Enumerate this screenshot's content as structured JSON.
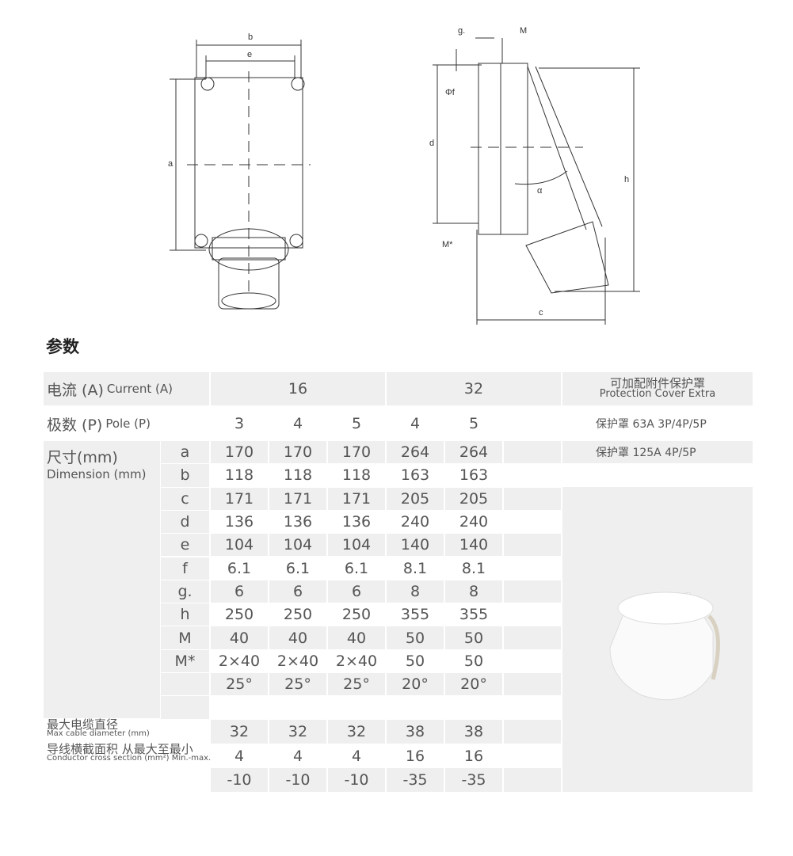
{
  "section_title": "参数",
  "drawing_labels": {
    "b": "b",
    "e": "e",
    "a": "a",
    "g": "g.",
    "M": "M",
    "f": "Φf",
    "d": "d",
    "h": "h",
    "alpha": "α",
    "mstar": "M*",
    "c": "c"
  },
  "header": {
    "current_cn": "电流 (A)",
    "current_en": "Current (A)",
    "current_values": [
      "16",
      "32"
    ],
    "pole_cn": "极数 (P)",
    "pole_en": "Pole (P)",
    "pole_values": [
      "3",
      "4",
      "5",
      "4",
      "5"
    ],
    "accessory_cn": "可加配附件保护罩",
    "accessory_en": "Protection Cover Extra"
  },
  "accessories": [
    "保护罩 63A 3P/4P/5P",
    "保护罩 125A 4P/5P"
  ],
  "dimension": {
    "label_cn": "尺寸(mm)",
    "label_en": "Dimension (mm)"
  },
  "rows": [
    {
      "key": "a",
      "values": [
        "170",
        "170",
        "170",
        "264",
        "264"
      ]
    },
    {
      "key": "b",
      "values": [
        "118",
        "118",
        "118",
        "163",
        "163"
      ]
    },
    {
      "key": "c",
      "values": [
        "171",
        "171",
        "171",
        "205",
        "205"
      ]
    },
    {
      "key": "d",
      "values": [
        "136",
        "136",
        "136",
        "240",
        "240"
      ]
    },
    {
      "key": "e",
      "values": [
        "104",
        "104",
        "104",
        "140",
        "140"
      ]
    },
    {
      "key": "f",
      "values": [
        "6.1",
        "6.1",
        "6.1",
        "8.1",
        "8.1"
      ]
    },
    {
      "key": "g.",
      "values": [
        "6",
        "6",
        "6",
        "8",
        "8"
      ]
    },
    {
      "key": "h",
      "values": [
        "250",
        "250",
        "250",
        "355",
        "355"
      ]
    },
    {
      "key": "M",
      "values": [
        "40",
        "40",
        "40",
        "50",
        "50"
      ]
    },
    {
      "key": "M*",
      "values": [
        "2×40",
        "2×40",
        "2×40",
        "50",
        "50"
      ]
    },
    {
      "key": "",
      "values": [
        "25°",
        "25°",
        "25°",
        "20°",
        "20°"
      ]
    }
  ],
  "cable": {
    "label_cn": "最大电缆直径",
    "label_en": "Max cable diameter (mm)",
    "values": [
      "32",
      "32",
      "32",
      "38",
      "38"
    ]
  },
  "conductor": {
    "label_cn": "导线横截面积 从最大至最小",
    "label_en": "Conductor cross section (mm²) Min.-max.",
    "max_values": [
      "4",
      "4",
      "4",
      "16",
      "16"
    ],
    "min_values": [
      "-10",
      "-10",
      "-10",
      "-35",
      "-35"
    ]
  }
}
